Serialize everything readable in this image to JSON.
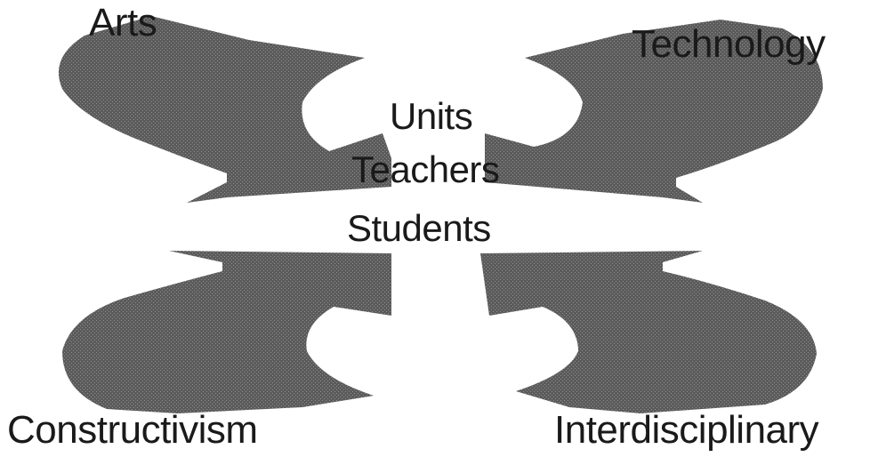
{
  "colors": {
    "blob_fill": "#5b5b5b",
    "blob_dots": "#8f8f8f",
    "text": "#1a1a1a",
    "background": "#ffffff"
  },
  "diagram": {
    "corners": {
      "top_left": "Arts",
      "top_right": "Technology",
      "bottom_left": "Constructivism",
      "bottom_right": "Interdisciplinary"
    },
    "center": {
      "top": "Units",
      "middle": "Teachers",
      "bottom": "Students"
    }
  }
}
